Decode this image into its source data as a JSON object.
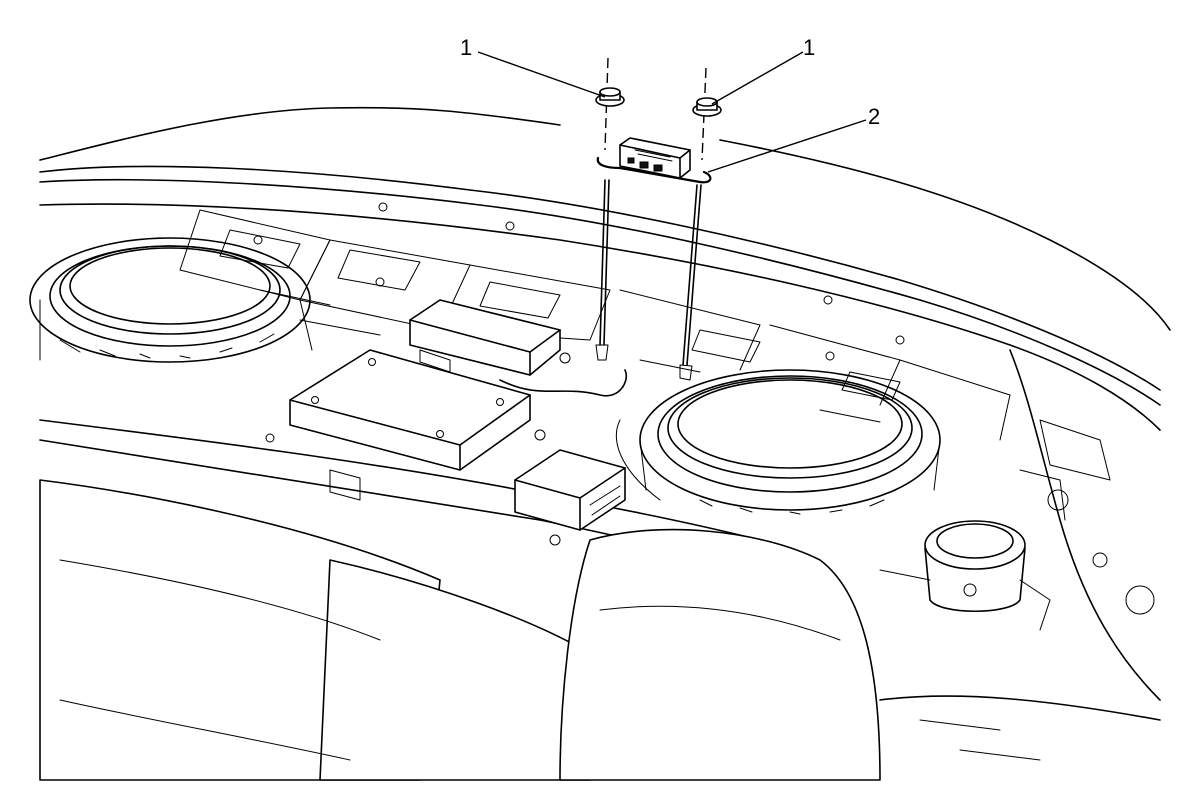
{
  "callouts": [
    {
      "id": "fastener-left",
      "label": "1"
    },
    {
      "id": "fastener-right",
      "label": "1"
    },
    {
      "id": "module",
      "label": "2"
    }
  ]
}
